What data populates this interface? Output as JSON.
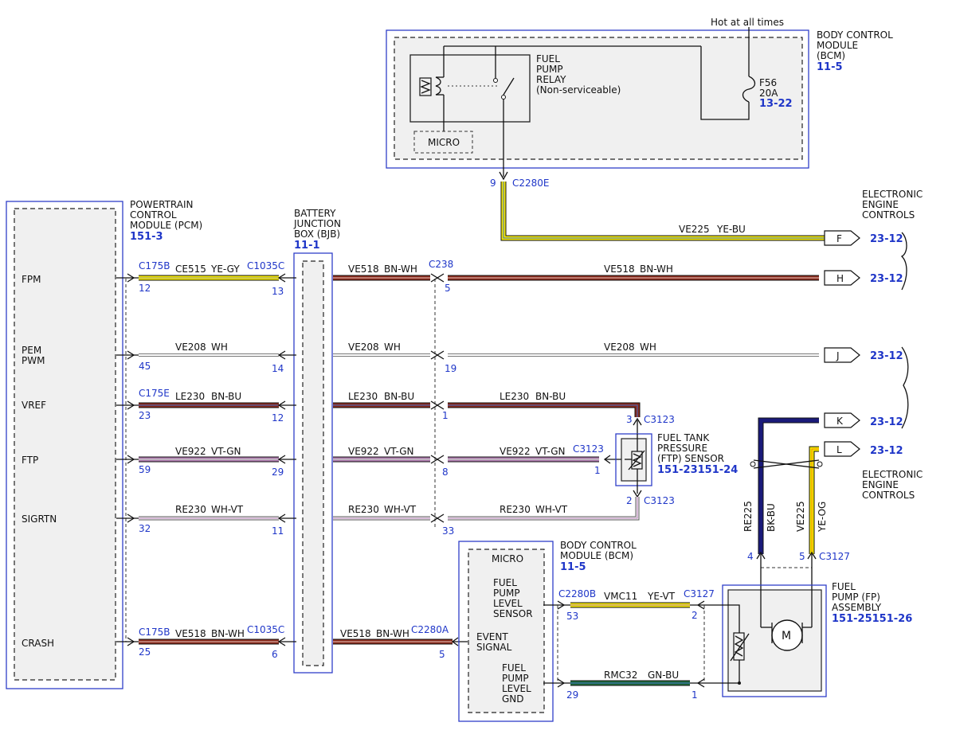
{
  "modules": {
    "bcm_top": {
      "lines": [
        "BODY CONTROL",
        "MODULE",
        "(BCM)"
      ],
      "ref": "11-5"
    },
    "relay": {
      "lines": [
        "FUEL",
        "PUMP",
        "RELAY",
        "(Non-serviceable)"
      ]
    },
    "micro_top": "MICRO",
    "fuse": {
      "name": "F56",
      "rating": "20A",
      "ref": "13-22",
      "hot": "Hot at all times"
    },
    "pcm": {
      "lines": [
        "POWERTRAIN",
        "CONTROL",
        "MODULE (PCM)"
      ],
      "ref": "151-3"
    },
    "bjb": {
      "lines": [
        "BATTERY",
        "JUNCTION",
        "BOX (BJB)"
      ],
      "ref": "11-1"
    },
    "eec_top": {
      "lines": [
        "ELECTRONIC",
        "ENGINE",
        "CONTROLS"
      ]
    },
    "eec_mid": {
      "lines": [
        "ELECTRONIC",
        "ENGINE",
        "CONTROLS"
      ]
    },
    "ftp": {
      "lines": [
        "FUEL TANK",
        "PRESSURE",
        "(FTP) SENSOR"
      ],
      "ref": "151-23151-24"
    },
    "bcm_bottom": {
      "lines": [
        "BODY CONTROL",
        "MODULE (BCM)"
      ],
      "ref": "11-5",
      "micro": "MICRO",
      "signals": {
        "level": [
          "FUEL",
          "PUMP",
          "LEVEL",
          "SENSOR"
        ],
        "event": [
          "EVENT",
          "SIGNAL"
        ],
        "gnd": [
          "FUEL",
          "PUMP",
          "LEVEL",
          "GND"
        ]
      }
    },
    "fp": {
      "lines": [
        "FUEL",
        "PUMP (FP)",
        "ASSEMBLY"
      ],
      "ref": "151-25151-26",
      "motor": "M"
    }
  },
  "pcm_signals": {
    "fpm": "FPM",
    "pem": "PEM",
    "pwm": "PWM",
    "vref": "VREF",
    "ftp": "FTP",
    "sigrtn": "SIGRTN",
    "crash": "CRASH"
  },
  "connectors": {
    "c2280e": "C2280E",
    "c175b": "C175B",
    "c1035c": "C1035C",
    "c238": "C238",
    "c175e": "C175E",
    "c3123": "C3123",
    "c2280b": "C2280B",
    "c2280a": "C2280A",
    "c3127": "C3127"
  },
  "pins": {
    "p9": "9",
    "p12": "12",
    "p13": "13",
    "p5": "5",
    "p45": "45",
    "p14": "14",
    "p19": "19",
    "p23": "23",
    "p12b": "12",
    "p1": "1",
    "p3": "3",
    "p59": "59",
    "p29": "29",
    "p8": "8",
    "p1b": "1",
    "p2": "2",
    "p32": "32",
    "p11": "11",
    "p33": "33",
    "p25": "25",
    "p6": "6",
    "p5b": "5",
    "p53": "53",
    "p2b": "2",
    "p29b": "29",
    "p1c": "1",
    "p4": "4",
    "p5c": "5"
  },
  "wires": {
    "ve225": {
      "circuit": "VE225",
      "color": "YE-BU"
    },
    "ce515": {
      "circuit": "CE515",
      "color": "YE-GY"
    },
    "ve518": {
      "circuit": "VE518",
      "color": "BN-WH"
    },
    "ve208": {
      "circuit": "VE208",
      "color": "WH"
    },
    "le230": {
      "circuit": "LE230",
      "color": "BN-BU"
    },
    "ve922": {
      "circuit": "VE922",
      "color": "VT-GN"
    },
    "re230": {
      "circuit": "RE230",
      "color": "WH-VT"
    },
    "vmc11": {
      "circuit": "VMC11",
      "color": "YE-VT"
    },
    "rmc32": {
      "circuit": "RMC32",
      "color": "GN-BU"
    },
    "re225": {
      "circuit": "RE225",
      "color": "BK-BU"
    },
    "ve225v": {
      "circuit": "VE225",
      "color": "YE-OG"
    }
  },
  "flags": {
    "f": {
      "letter": "F",
      "ref": "23-12"
    },
    "h": {
      "letter": "H",
      "ref": "23-12"
    },
    "j": {
      "letter": "J",
      "ref": "23-12"
    },
    "k": {
      "letter": "K",
      "ref": "23-12"
    },
    "l": {
      "letter": "L",
      "ref": "23-12"
    }
  },
  "wire_colors": {
    "yellow": "#f2e600",
    "brown": "#8b2a1c",
    "bn_stripe": "#e8c8c0",
    "white": "#ffffff",
    "gray": "#9a9a9a",
    "violet": "#b07ab0",
    "green_stripe": "#cfe8cf",
    "blue": "#1a1a7a",
    "green": "#1f6b3a",
    "accent": "#1f36c8"
  }
}
